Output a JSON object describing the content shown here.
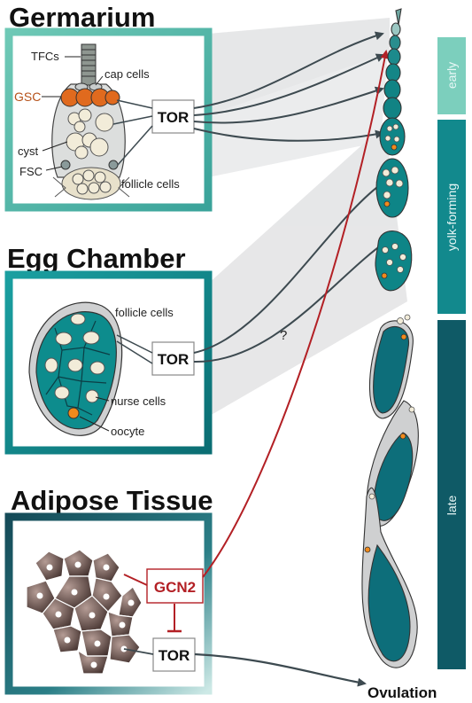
{
  "sections": {
    "germarium": {
      "title": "Germarium",
      "labels": {
        "tfcs": "TFCs",
        "cap_cells": "cap cells",
        "gsc": "GSC",
        "cyst": "cyst",
        "fsc": "FSC",
        "follicle_cells": "follicle cells"
      },
      "tor": "TOR"
    },
    "egg_chamber": {
      "title": "Egg Chamber",
      "labels": {
        "follicle_cells": "follicle cells",
        "nurse_cells": "nurse cells",
        "oocyte": "oocyte"
      },
      "tor": "TOR",
      "unknown_mark": "?"
    },
    "adipose": {
      "title": "Adipose Tissue",
      "gcn2": "GCN2",
      "tor": "TOR"
    }
  },
  "stages": {
    "early": "early",
    "yolk_forming": "yolk-forming",
    "late": "late"
  },
  "ovulation": "Ovulation",
  "colors": {
    "teal_light": "#6fc9b6",
    "teal": "#108b8f",
    "teal_dark": "#0e5d66",
    "egg_fill": "#0d7c86",
    "red": "#b32025",
    "cell_brown": "#6e5550"
  },
  "icons": [
    "inhibit-arrow-icon",
    "activate-arrow-icon"
  ]
}
